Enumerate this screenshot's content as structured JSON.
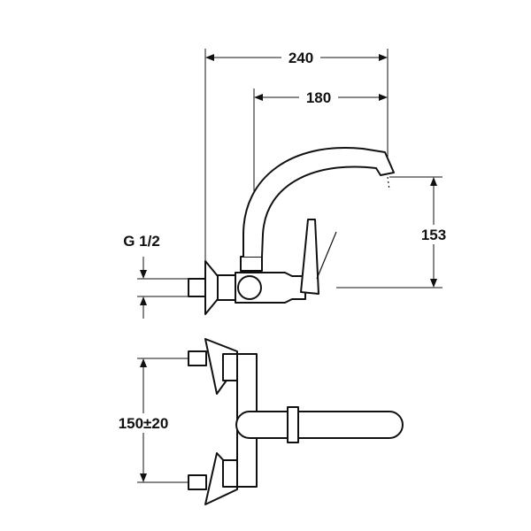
{
  "drawing": {
    "dimensions": {
      "overall_reach": "240",
      "spout_reach": "180",
      "spout_height": "153",
      "connection_thread": "G 1/2",
      "inlet_spacing": "150±20"
    },
    "colors": {
      "line": "#111111",
      "background": "#ffffff"
    }
  }
}
